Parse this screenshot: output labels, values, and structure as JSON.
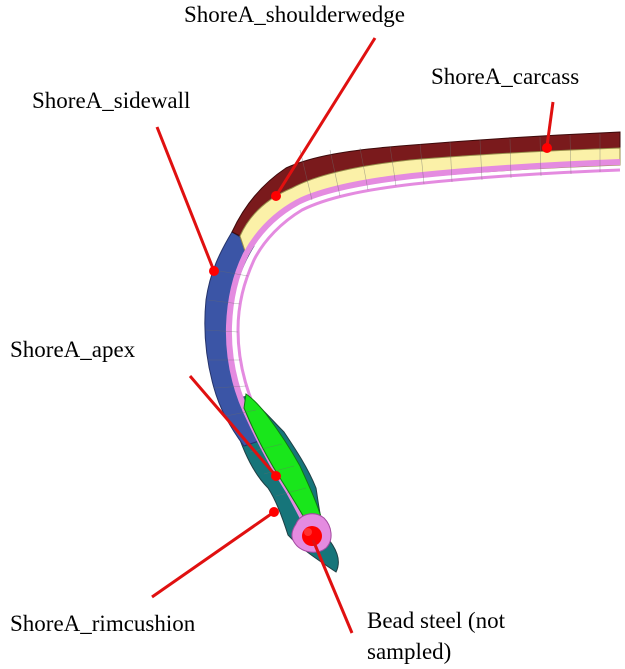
{
  "labels": {
    "shoulderwedge": "ShoreA_shoulderwedge",
    "carcass": "ShoreA_carcass",
    "sidewall": "ShoreA_sidewall",
    "apex": "ShoreA_apex",
    "rimcushion": "ShoreA_rimcushion",
    "bead_steel": "Bead steel (not\nsampled)"
  },
  "colors": {
    "shoulder_wedge": "#7a1a1c",
    "carcass": "#fbf1a8",
    "ply_layer": "#e48be0",
    "sidewall": "#3b55a6",
    "apex": "#19e61b",
    "rim_cushion": "#16757a",
    "bead_steel": "#ff0000",
    "leader_line": "#e01010",
    "mesh_line": "#6b6b6b"
  }
}
